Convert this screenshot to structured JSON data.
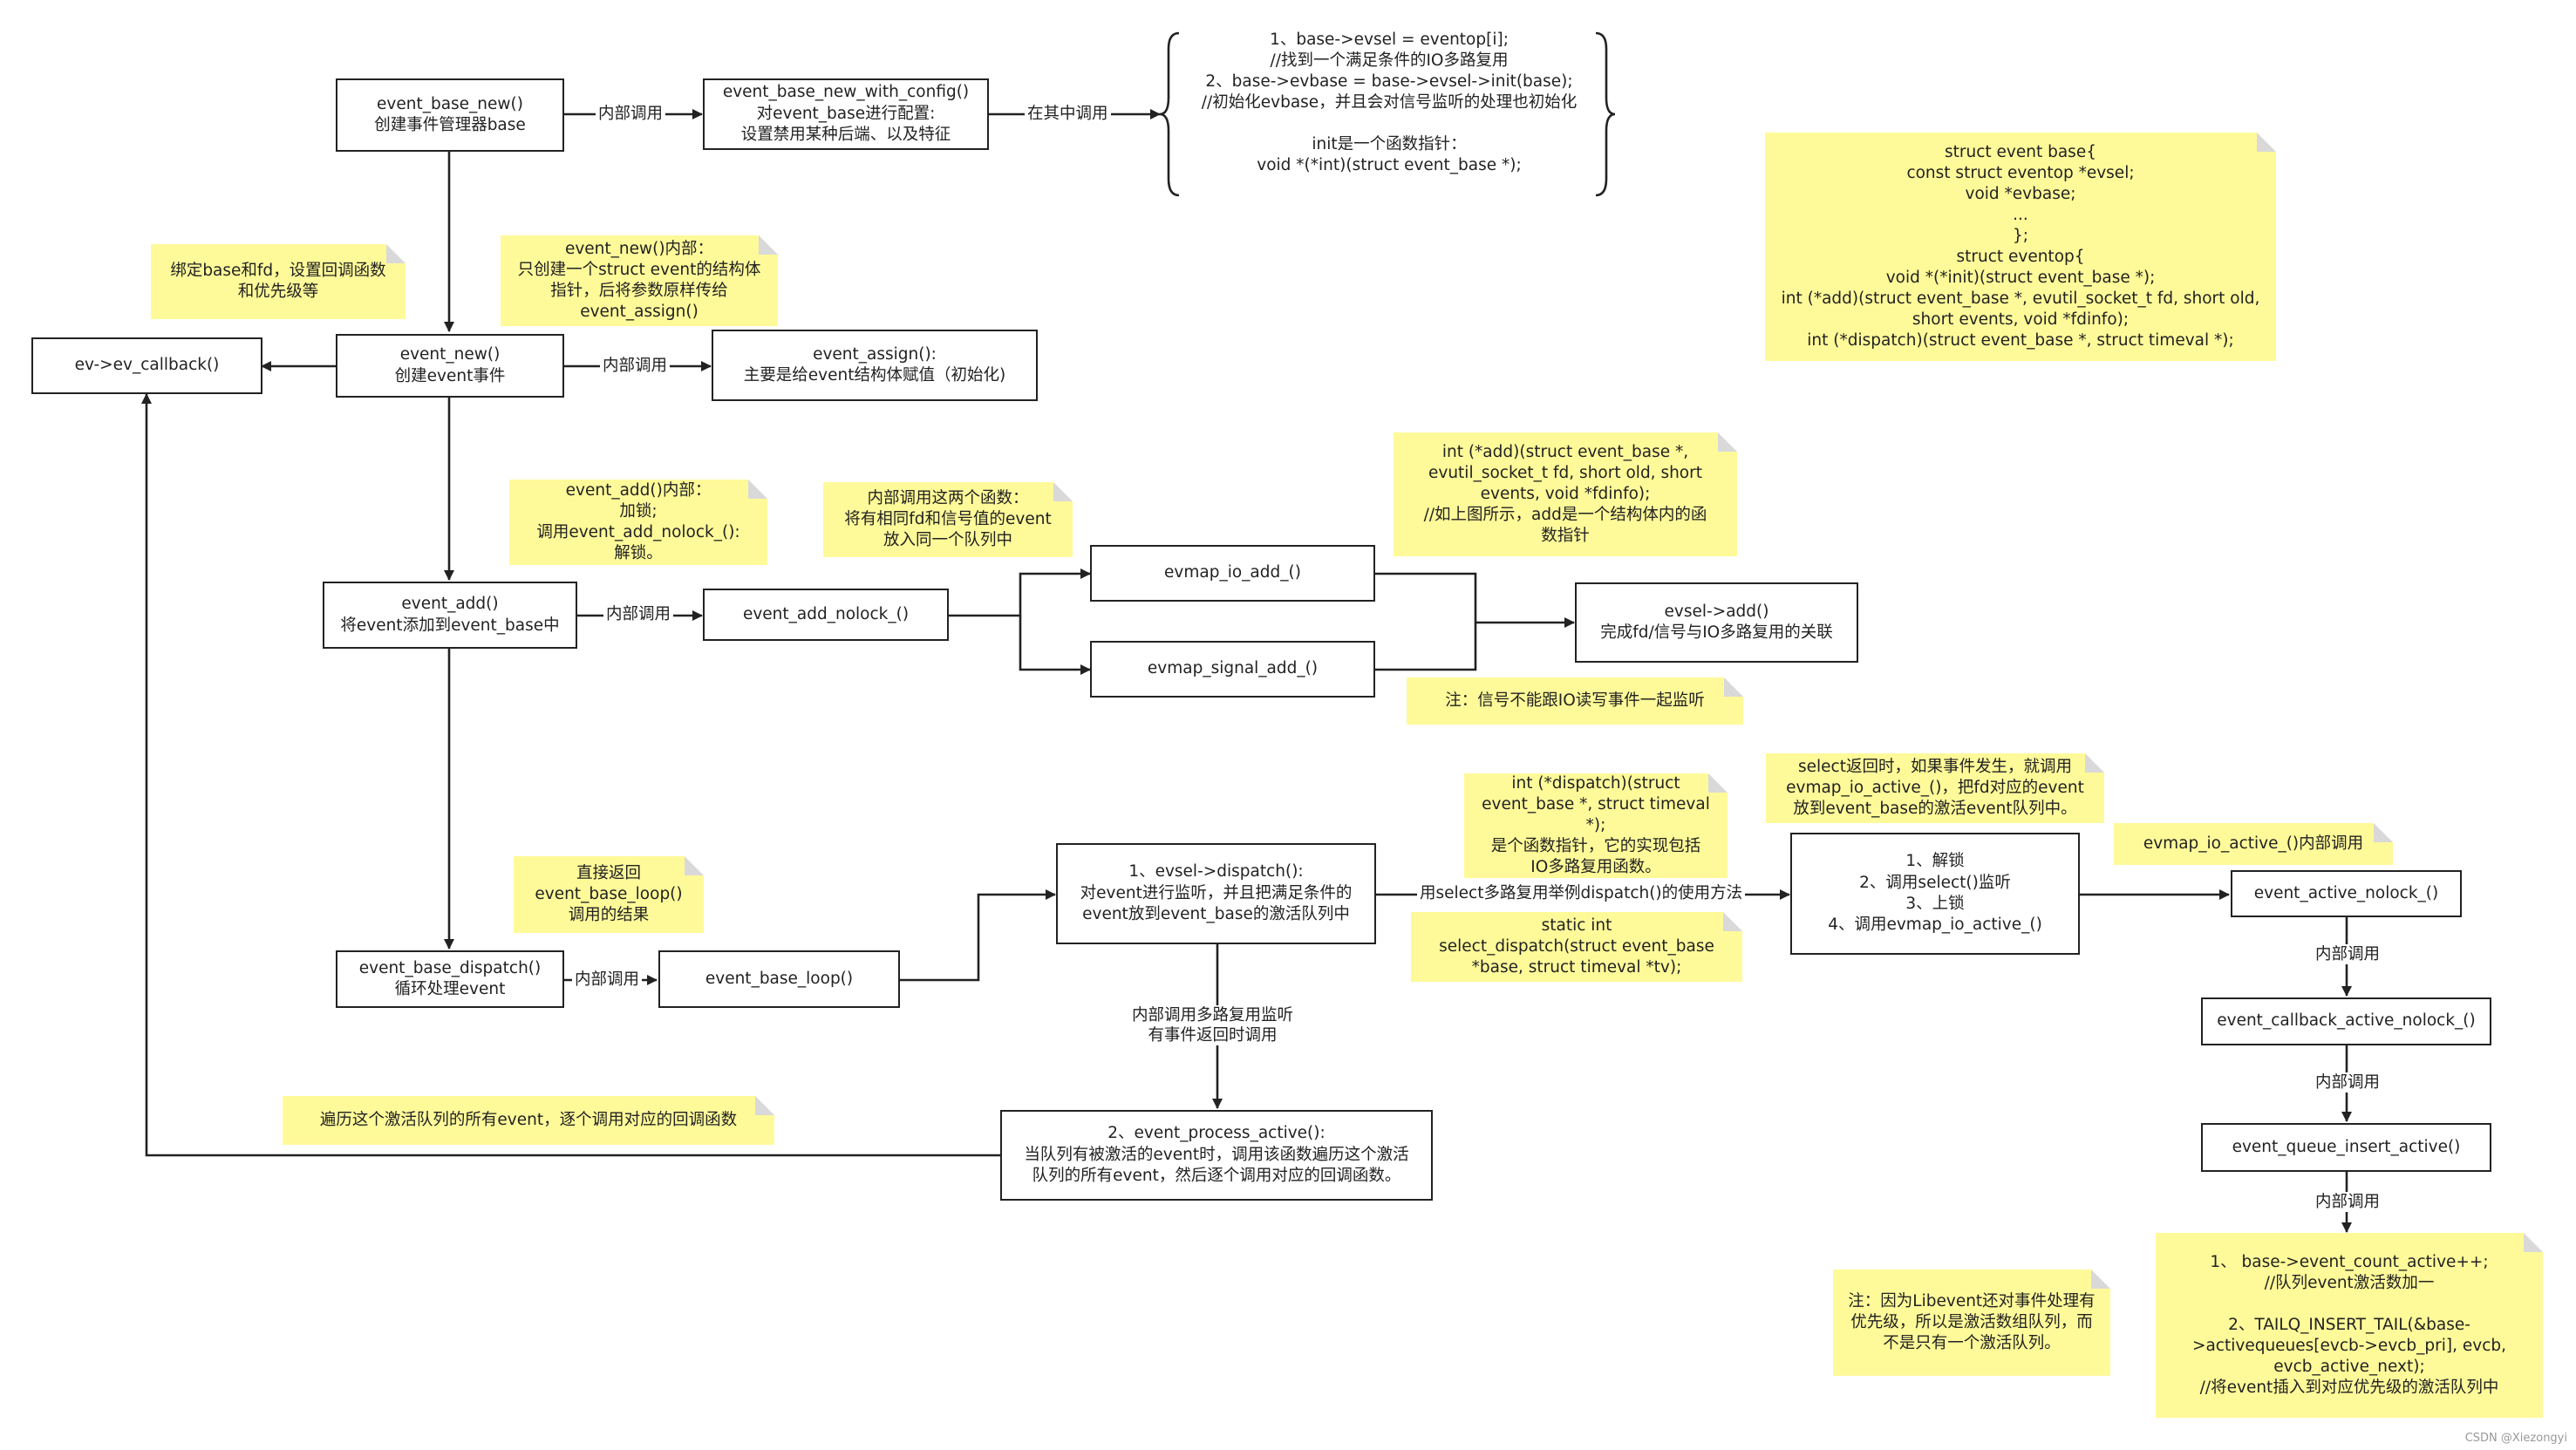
{
  "boxes": {
    "event_base_new": [
      "event_base_new()",
      "创建事件管理器base"
    ],
    "event_base_new_with_config": [
      "event_base_new_with_config()",
      "对event_base进行配置:",
      "设置禁用某种后端、以及特征"
    ],
    "ev_callback": [
      "ev->ev_callback()"
    ],
    "event_new": [
      "event_new()",
      "创建event事件"
    ],
    "event_assign": [
      "event_assign():",
      "主要是给event结构体赋值（初始化)"
    ],
    "event_add": [
      "event_add()",
      "将event添加到event_base中"
    ],
    "event_add_nolock": [
      "event_add_nolock_()"
    ],
    "evmap_io_add": [
      "evmap_io_add_()"
    ],
    "evmap_signal_add": [
      "evmap_signal_add_()"
    ],
    "evsel_add": [
      "evsel->add()",
      "完成fd/信号与IO多路复用的关联"
    ],
    "event_base_dispatch": [
      "event_base_dispatch()",
      "循环处理event"
    ],
    "event_base_loop": [
      "event_base_loop()"
    ],
    "evsel_dispatch": [
      "1、evsel->dispatch():",
      "对event进行监听，并且把满足条件的",
      "event放到event_base的激活队列中"
    ],
    "select_steps": [
      "1、解锁",
      "2、调用select()监听",
      "3、上锁",
      "4、调用evmap_io_active_()"
    ],
    "event_active_nolock": [
      "event_active_nolock_()"
    ],
    "event_callback_active_nolock": [
      "event_callback_active_nolock_()"
    ],
    "event_queue_insert_active": [
      "event_queue_insert_active()"
    ],
    "event_process_active": [
      "2、event_process_active():",
      "当队列有被激活的event时，调用该函数遍历这个激活",
      "队列的所有event，然后逐个调用对应的回调函数。"
    ]
  },
  "labels": {
    "l1": "内部调用",
    "l2": "在其中调用",
    "l3": "内部调用",
    "l4": "内部调用",
    "l5": "内部调用",
    "l6": "用select多路复用举例dispatch()的使用方法",
    "l7": [
      "内部调用多路复用监听",
      "有事件返回时调用"
    ],
    "l8": "内部调用",
    "l9": "内部调用",
    "l10": "内部调用"
  },
  "brace_text": [
    "1、base->evsel = eventop[i];",
    "//找到一个满足条件的IO多路复用",
    "2、base->evbase = base->evsel->init(base);",
    "//初始化evbase，并且会对信号监听的处理也初始化",
    "",
    "init是一个函数指针：",
    "void *(*int)(struct event_base *);"
  ],
  "notes": {
    "n_struct": [
      "struct event base{",
      "const struct eventop *evsel;",
      "void *evbase;",
      "...",
      "};",
      "struct eventop{",
      "void *(*init)(struct event_base *);",
      "int (*add)(struct event_base *, evutil_socket_t fd, short old,",
      "short events, void *fdinfo);",
      "int (*dispatch)(struct event_base *, struct timeval *);"
    ],
    "n_bind": [
      "绑定base和fd，设置回调函数",
      "和优先级等"
    ],
    "n_event_new": [
      "event_new()内部：",
      "只创建一个struct event的结构体",
      "指针，后将参数原样传给",
      "event_assign()"
    ],
    "n_event_add": [
      "event_add()内部：",
      "加锁;",
      "调用event_add_nolock_():",
      "解锁。"
    ],
    "n_two_funcs": [
      "内部调用这两个函数：",
      "将有相同fd和信号值的event",
      "放入同一个队列中"
    ],
    "n_add_ptr": [
      "int (*add)(struct event_base *,",
      "evutil_socket_t fd, short old, short",
      "events, void *fdinfo);",
      "//如上图所示，add是一个结构体内的函",
      "数指针"
    ],
    "n_signal": [
      "注：信号不能跟IO读写事件一起监听"
    ],
    "n_dispatch_ptr": [
      "int (*dispatch)(struct",
      "event_base *, struct timeval",
      "*);",
      "是个函数指针，它的实现包括",
      "IO多路复用函数。"
    ],
    "n_select_static": [
      "static int",
      "select_dispatch(struct event_base",
      "*base, struct timeval *tv);"
    ],
    "n_select_return": [
      "select返回时，如果事件发生，就调用",
      "evmap_io_active_()，把fd对应的event",
      "放到event_base的激活event队列中。"
    ],
    "n_evmap_active": [
      "evmap_io_active_()内部调用"
    ],
    "n_direct_return": [
      "直接返回",
      "event_base_loop()",
      "调用的结果"
    ],
    "n_traverse": [
      "遍历这个激活队列的所有event，逐个调用对应的回调函数"
    ],
    "n_priority": [
      "注：因为Libevent还对事件处理有",
      "优先级，所以是激活数组队列，而",
      "不是只有一个激活队列。"
    ],
    "n_final": [
      "1、 base->event_count_active++;",
      "//队列event激活数加一",
      "",
      "2、TAILQ_INSERT_TAIL(&base-",
      ">activequeues[evcb->evcb_pri], evcb,",
      "evcb_active_next);",
      "//将event插入到对应优先级的激活队列中"
    ]
  },
  "watermark": "CSDN @Xiezongyi"
}
